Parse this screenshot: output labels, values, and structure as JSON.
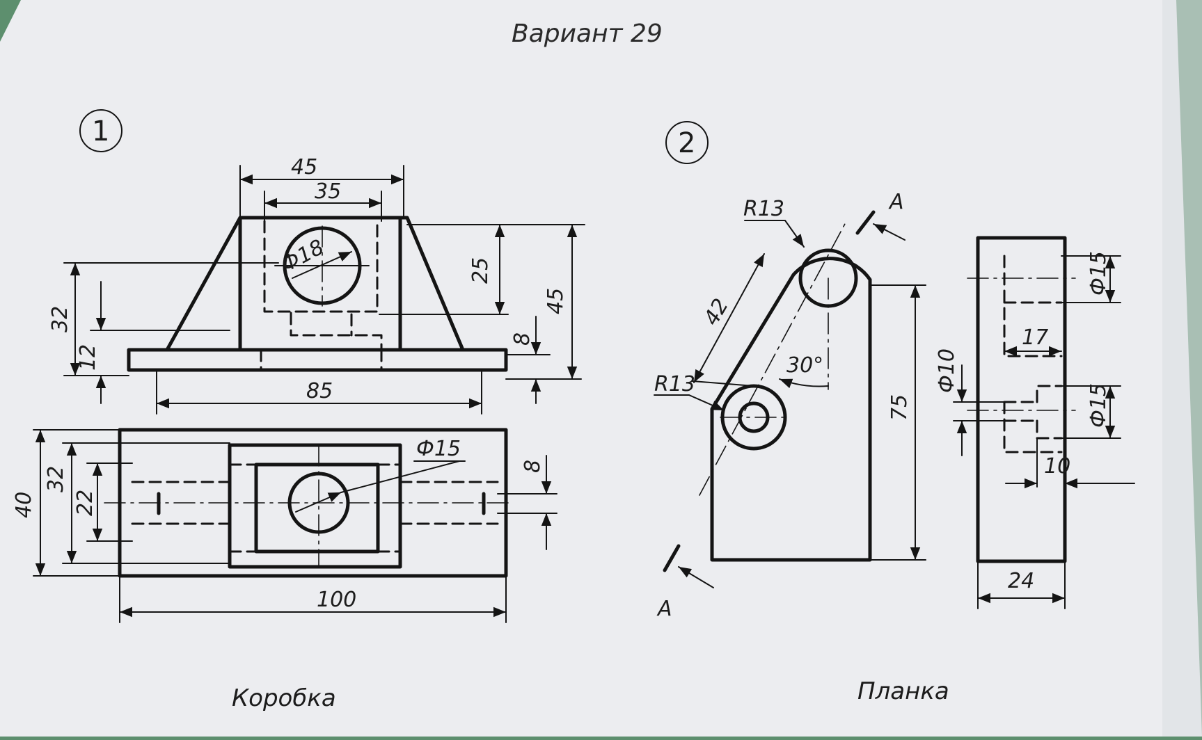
{
  "header": {
    "variant_title": "Вариант 29"
  },
  "part1": {
    "number": "1",
    "caption": "Коробка",
    "dims": {
      "top_width": "45",
      "inner_width": "35",
      "hole_dia": "Ф18",
      "height_25": "25",
      "height_45": "45",
      "height_32": "32",
      "height_12": "12",
      "base_8": "8",
      "base_len": "85",
      "plan_hole": "Ф15",
      "plan_8": "8",
      "plan_40": "40",
      "plan_32": "32",
      "plan_22": "22",
      "plan_100": "100"
    }
  },
  "part2": {
    "number": "2",
    "caption": "Планка",
    "dims": {
      "r_top": "R13",
      "r_bottom": "R13",
      "len_42": "42",
      "angle": "30°",
      "height_75": "75",
      "section_top": "A",
      "section_bottom": "A",
      "side_d15_top": "Ф15",
      "side_d15_bottom": "Ф15",
      "side_d10": "Ф10",
      "side_17": "17",
      "side_10": "10",
      "side_24": "24"
    }
  }
}
